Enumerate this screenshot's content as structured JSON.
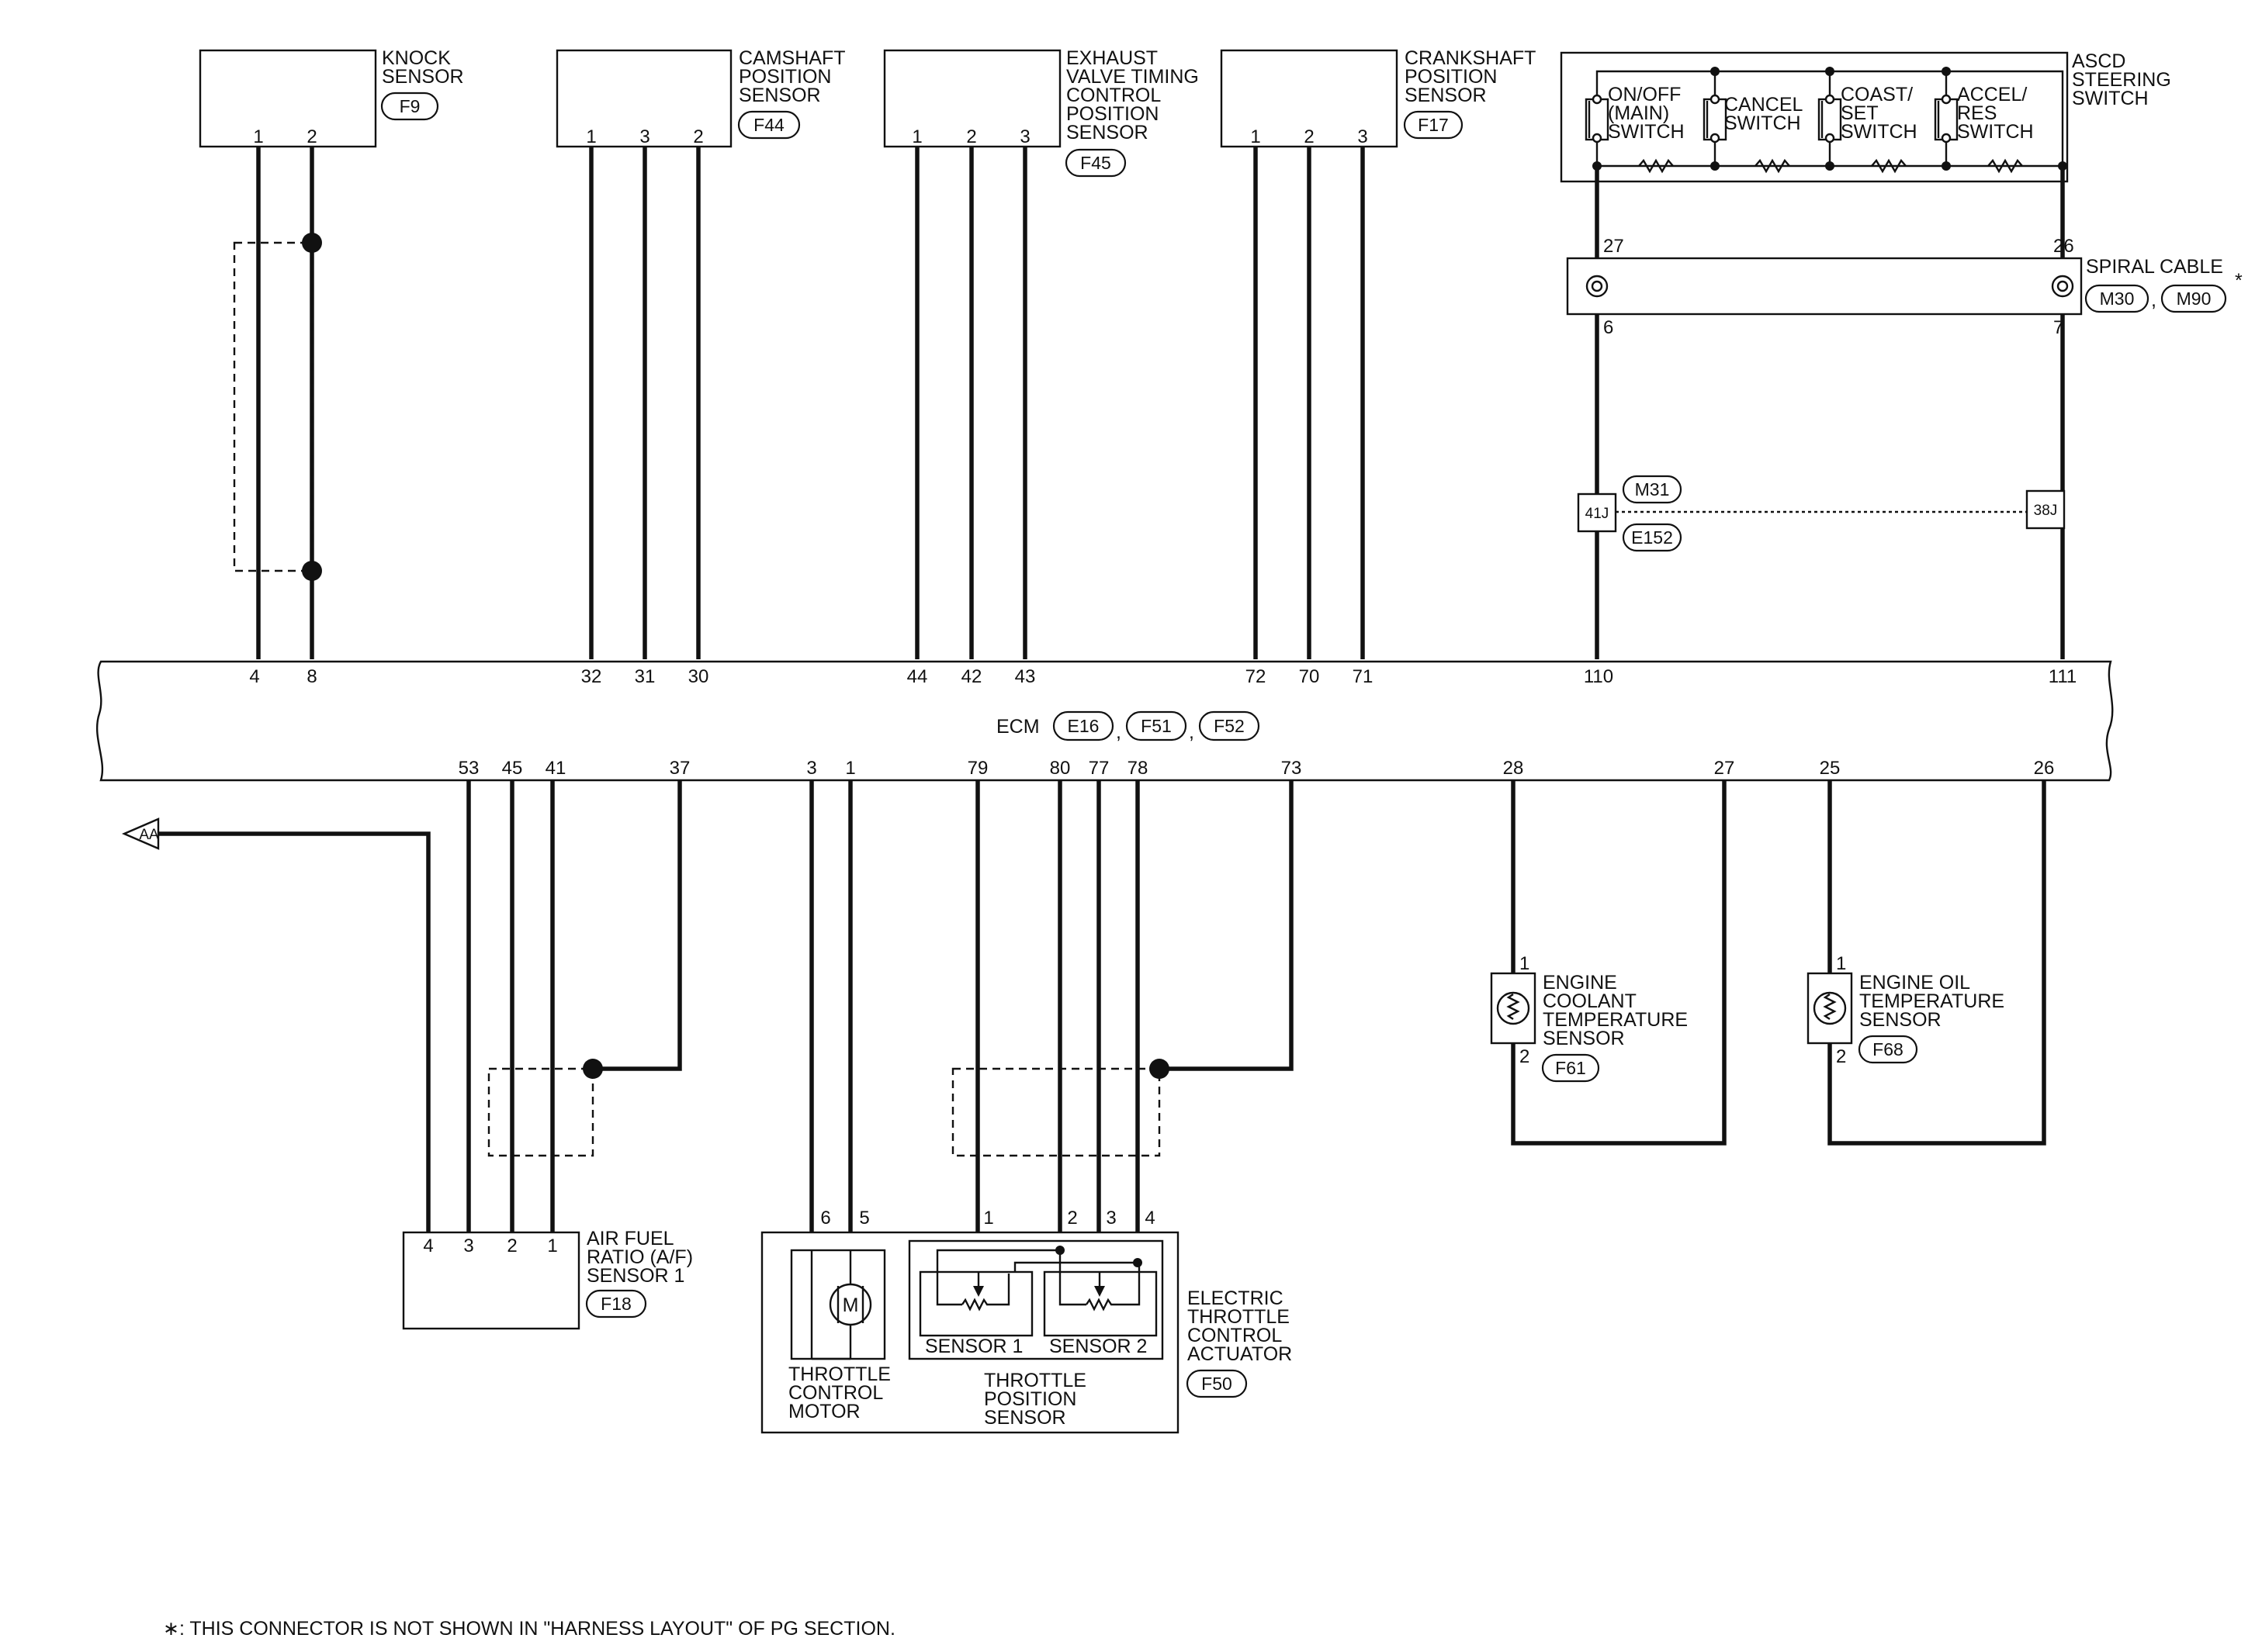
{
  "components": {
    "knock": {
      "name": [
        "KNOCK",
        "SENSOR"
      ],
      "connector": "F9",
      "pins": [
        "1",
        "2"
      ]
    },
    "cam": {
      "name": [
        "CAMSHAFT",
        "POSITION",
        "SENSOR"
      ],
      "connector": "F44",
      "pins": [
        "1",
        "3",
        "2"
      ]
    },
    "exhaust": {
      "name": [
        "EXHAUST",
        "VALVE TIMING",
        "CONTROL",
        "POSITION",
        "SENSOR"
      ],
      "connector": "F45",
      "pins": [
        "1",
        "2",
        "3"
      ]
    },
    "crank": {
      "name": [
        "CRANKSHAFT",
        "POSITION",
        "SENSOR"
      ],
      "connector": "F17",
      "pins": [
        "1",
        "2",
        "3"
      ]
    },
    "ascd": {
      "name": [
        "ASCD",
        "STEERING",
        "SWITCH"
      ],
      "switches": [
        [
          "ON/OFF",
          "(MAIN)",
          "SWITCH"
        ],
        [
          "CANCEL",
          "SWITCH"
        ],
        [
          "COAST/",
          "SET",
          "SWITCH"
        ],
        [
          "ACCEL/",
          "RES",
          "SWITCH"
        ]
      ],
      "pins": [
        "27",
        "26"
      ]
    },
    "spiral": {
      "name": "SPIRAL CABLE",
      "connectors": [
        "M30",
        "M90"
      ],
      "separator": ",",
      "asterisk": "*",
      "pins": [
        "6",
        "7"
      ]
    },
    "joint": {
      "connectors": [
        "M31",
        "E152"
      ],
      "terminals": [
        "41J",
        "38J"
      ]
    },
    "ecm": {
      "name": "ECM",
      "connectors": [
        "E16",
        "F51",
        "F52"
      ],
      "separator": ",",
      "top_pins": [
        "4",
        "8",
        "32",
        "31",
        "30",
        "44",
        "42",
        "43",
        "72",
        "70",
        "71",
        "110",
        "111"
      ],
      "bottom_pins": [
        "53",
        "45",
        "41",
        "37",
        "3",
        "1",
        "79",
        "80",
        "77",
        "78",
        "73",
        "28",
        "27",
        "25",
        "26"
      ]
    },
    "af": {
      "name": [
        "AIR FUEL",
        "RATIO (A/F)",
        "SENSOR 1"
      ],
      "connector": "F18",
      "pins": [
        "4",
        "3",
        "2",
        "1"
      ]
    },
    "etc": {
      "name": [
        "ELECTRIC",
        "THROTTLE",
        "CONTROL",
        "ACTUATOR"
      ],
      "connector": "F50",
      "pins": [
        "6",
        "5",
        "1",
        "2",
        "3",
        "4"
      ],
      "motor": [
        "THROTTLE",
        "CONTROL",
        "MOTOR"
      ],
      "motor_symbol": "M",
      "tps": [
        "THROTTLE",
        "POSITION",
        "SENSOR"
      ],
      "sensor1": "SENSOR 1",
      "sensor2": "SENSOR 2"
    },
    "coolant": {
      "name": [
        "ENGINE",
        "COOLANT",
        "TEMPERATURE",
        "SENSOR"
      ],
      "connector": "F61",
      "pins": [
        "1",
        "2"
      ]
    },
    "oil": {
      "name": [
        "ENGINE OIL",
        "TEMPERATURE",
        "SENSOR"
      ],
      "connector": "F68",
      "pins": [
        "1",
        "2"
      ]
    }
  },
  "arrow_label": "AA",
  "footnote": "∗: THIS CONNECTOR IS NOT SHOWN IN \"HARNESS LAYOUT\" OF PG SECTION."
}
